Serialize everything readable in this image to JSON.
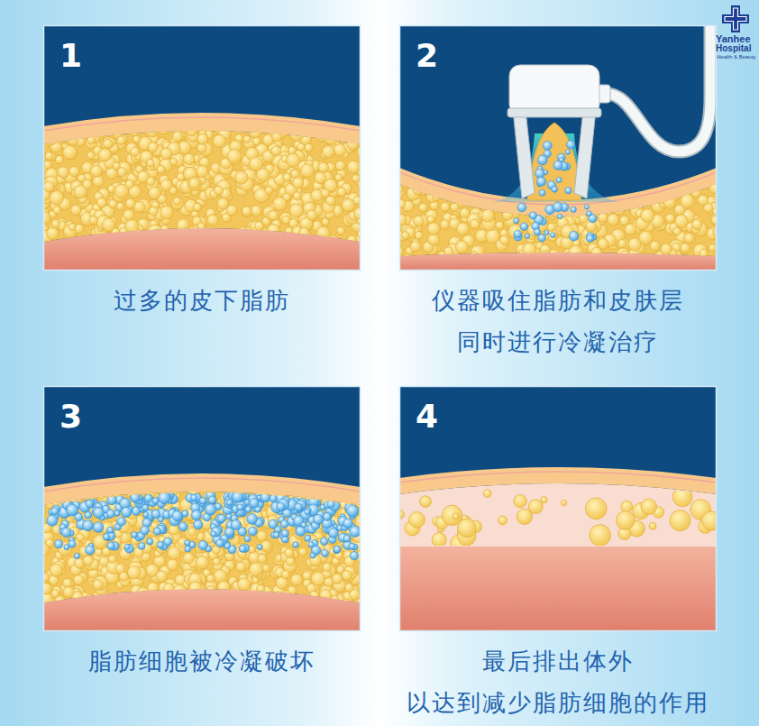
{
  "diagram": {
    "nodes": [
      {
        "text": [
          "1",
          "过多的皮下脂肪"
        ]
      },
      {
        "text": [
          "2",
          "仪器吸住脂肪和皮肤层 同时进行冷凝治疗"
        ]
      },
      {
        "text": [
          "3",
          "脂肪细胞被冷凝破坏"
        ]
      },
      {
        "text": [
          "4",
          "最后排出体外 以达到减少脂肪细胞的作用"
        ]
      }
    ],
    "labels": [
      "Yanhee",
      "Hospital",
      "Health & Beauty"
    ]
  }
}
